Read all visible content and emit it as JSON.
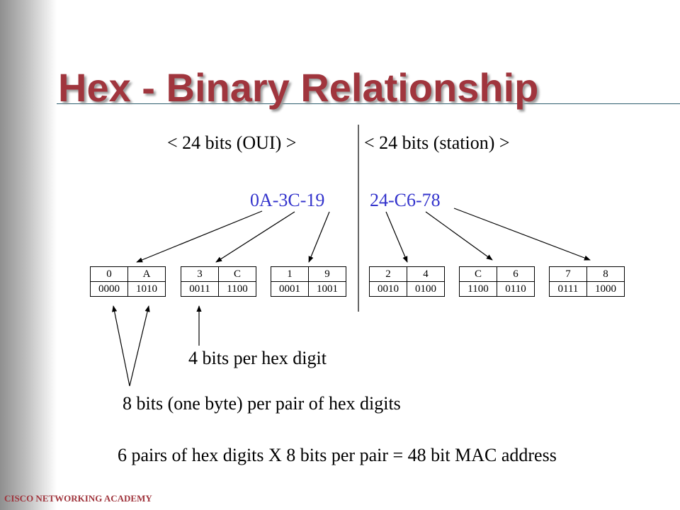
{
  "title": "Hex - Binary Relationship",
  "oui_label": "<   24 bits (OUI)  >",
  "station_label": "<   24 bits (station) >",
  "oui_hex": "0A-3C-19",
  "station_hex": "24-C6-78",
  "bytes": [
    {
      "hex": [
        "0",
        "A"
      ],
      "bin": [
        "0000",
        "1010"
      ]
    },
    {
      "hex": [
        "3",
        "C"
      ],
      "bin": [
        "0011",
        "1100"
      ]
    },
    {
      "hex": [
        "1",
        "9"
      ],
      "bin": [
        "0001",
        "1001"
      ]
    },
    {
      "hex": [
        "2",
        "4"
      ],
      "bin": [
        "0010",
        "0100"
      ]
    },
    {
      "hex": [
        "C",
        "6"
      ],
      "bin": [
        "1100",
        "0110"
      ]
    },
    {
      "hex": [
        "7",
        "8"
      ],
      "bin": [
        "0111",
        "1000"
      ]
    }
  ],
  "bits_per_digit": "4 bits per hex digit",
  "bits_per_pair": "8 bits (one byte) per pair of hex digits",
  "summary": "6 pairs of hex digits  X  8 bits per pair = 48 bit MAC address",
  "footer": "CISCO NETWORKING ACADEMY",
  "colors": {
    "title": "#a0353d",
    "hex": "#3333cc"
  }
}
